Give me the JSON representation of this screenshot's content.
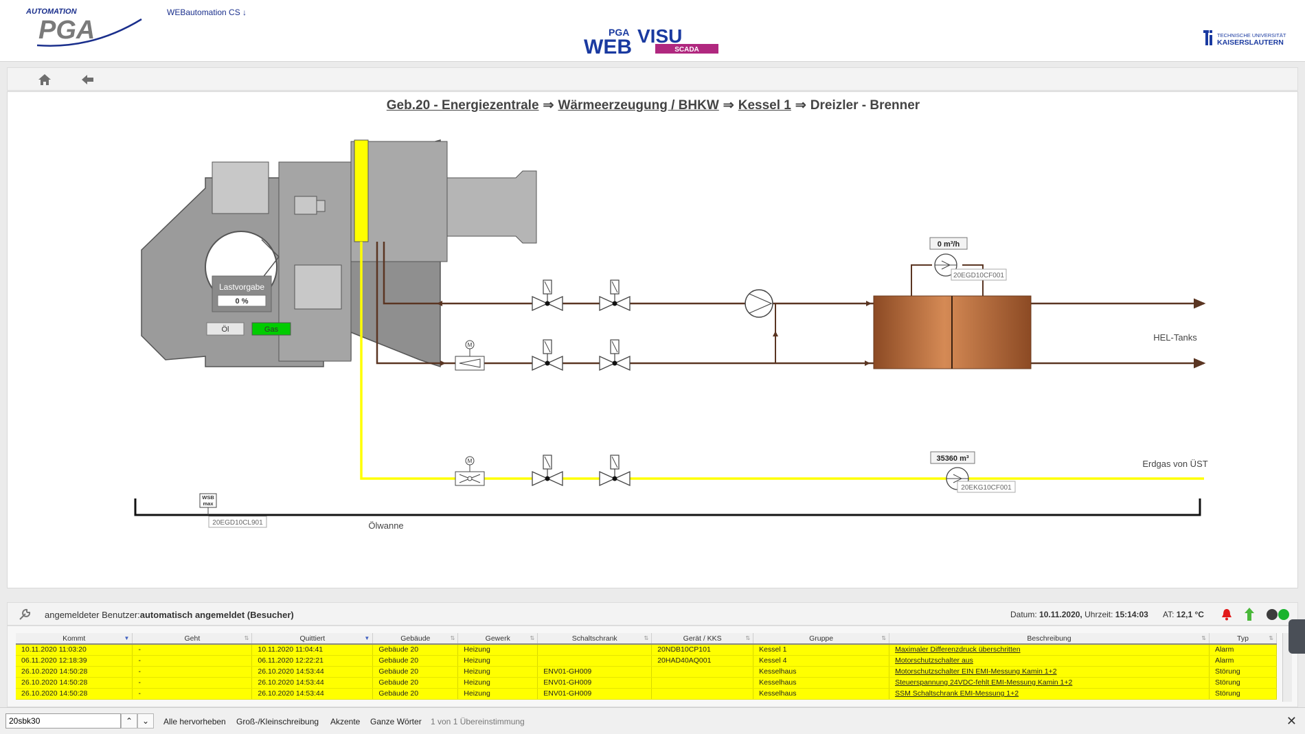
{
  "header": {
    "app_switch": "WEBautomation CS ↓",
    "logo_pga_top": "AUTOMATION",
    "logo_pga_main": "PGA",
    "logo_web": "WEB",
    "logo_pga_small": "PGA",
    "logo_visu": "VISU",
    "logo_scada": "SCADA",
    "logo_tu_line1": "TECHNISCHE UNIVERSITÄT",
    "logo_tu_line2": "KAISERSLAUTERN"
  },
  "toolbar": {
    "home_icon": "home-icon",
    "back_icon": "back-arrow-icon"
  },
  "breadcrumb": {
    "items": [
      "Geb.20 - Energiezentrale",
      "Wärmeerzeugung / BHKW",
      "Kessel 1"
    ],
    "current": "Dreizler - Brenner",
    "separator": "⇒"
  },
  "schematic": {
    "lastvorgabe_label": "Lastvorgabe",
    "lastvorgabe_value": "0 %",
    "fuel_oil_label": "Öl",
    "fuel_gas_label": "Gas",
    "flow_oil_value": "0 m³/h",
    "flow_oil_tag": "20EGD10CF001",
    "hel_tanks_label": "HEL-Tanks",
    "gas_counter_value": "35360 m³",
    "gas_counter_tag": "20EKG10CF001",
    "erdgas_label": "Erdgas von ÜST",
    "wsb_label_1": "WSB",
    "wsb_label_2": "max",
    "oelwanne_tag": "20EGD10CL901",
    "oelwanne_label": "Ölwanne",
    "motor_label": "M",
    "colors": {
      "gas_line": "#ffff00",
      "oil_line": "#5a3522",
      "tank": "#b8683a",
      "burner": "#9b9b9b",
      "gas_active": "#00cc00"
    }
  },
  "status": {
    "user_prefix": "angemeldeter Benutzer:",
    "user_value": "automatisch angemeldet (Besucher)",
    "date_label": "Datum:",
    "date_value": "10.11.2020,",
    "time_label": "Uhrzeit:",
    "time_value": "15:14:03",
    "temp_label": "AT:",
    "temp_value": "12,1 °C"
  },
  "alarms": {
    "columns": [
      "Kommt",
      "Geht",
      "Quittiert",
      "Gebäude",
      "Gewerk",
      "Schaltschrank",
      "Gerät / KKS",
      "Gruppe",
      "Beschreibung",
      "Typ"
    ],
    "rows": [
      [
        "10.11.2020 11:03:20",
        "-",
        "10.11.2020 11:04:41",
        "Gebäude 20",
        "Heizung",
        "",
        "20NDB10CP101",
        "Kessel 1",
        "Maximaler Differenzdruck überschritten",
        "Alarm"
      ],
      [
        "06.11.2020 12:18:39",
        "-",
        "06.11.2020 12:22:21",
        "Gebäude 20",
        "Heizung",
        "",
        "20HAD40AQ001",
        "Kessel 4",
        "Motorschutzschalter aus",
        "Alarm"
      ],
      [
        "26.10.2020 14:50:28",
        "-",
        "26.10.2020 14:53:44",
        "Gebäude 20",
        "Heizung",
        "ENV01-GH009",
        "",
        "Kesselhaus",
        "Motorschutzschalter EIN EMI-Messung Kamin 1+2",
        "Störung"
      ],
      [
        "26.10.2020 14:50:28",
        "-",
        "26.10.2020 14:53:44",
        "Gebäude 20",
        "Heizung",
        "ENV01-GH009",
        "",
        "Kesselhaus",
        "Steuerspannung 24VDC-fehlt EMI-Messung Kamin 1+2",
        "Störung"
      ],
      [
        "26.10.2020 14:50:28",
        "-",
        "26.10.2020 14:53:44",
        "Gebäude 20",
        "Heizung",
        "ENV01-GH009",
        "",
        "Kesselhaus",
        "SSM Schaltschrank EMI-Messung 1+2",
        "Störung"
      ]
    ]
  },
  "findbar": {
    "query": "20sbk30",
    "highlight_all": "Alle hervorheben",
    "match_case": "Groß-/Kleinschreibung",
    "accents": "Akzente",
    "whole_words": "Ganze Wörter",
    "result": "1 von 1 Übereinstimmung"
  }
}
